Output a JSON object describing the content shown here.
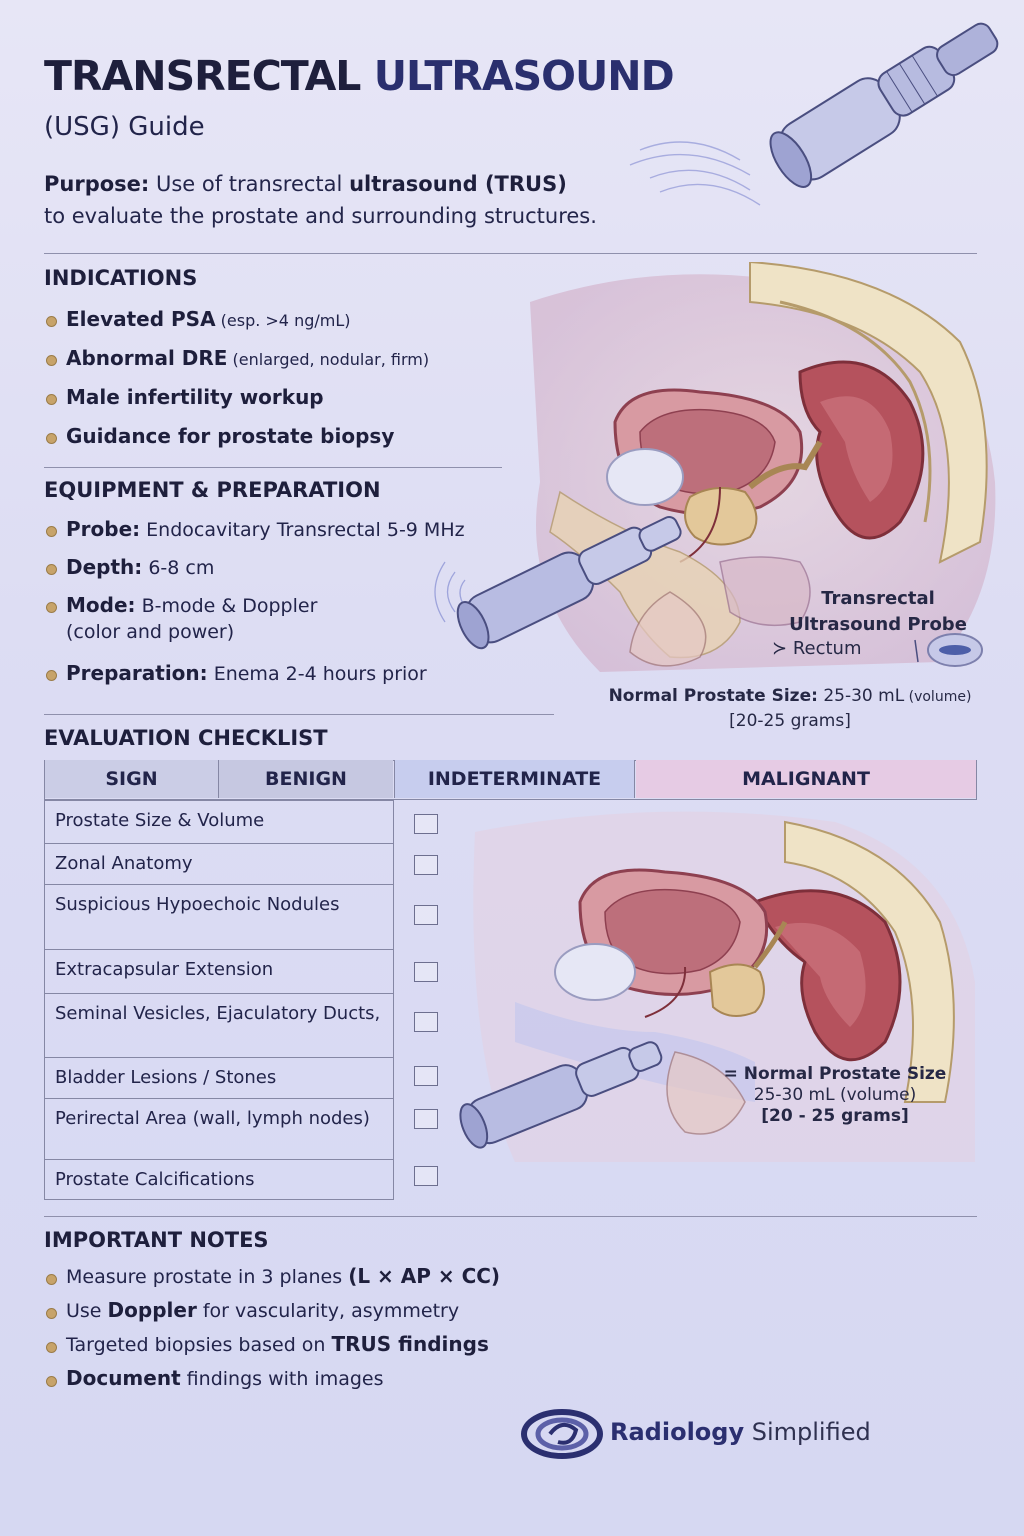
{
  "header": {
    "title_part1": "TRANSRECTAL ",
    "title_part2": "ULTRASOUND",
    "subtitle": "(USG) Guide",
    "purpose_label": "Purpose:",
    "purpose_line1_a": " Use of transrectal ",
    "purpose_line1_b": "ultrasound (TRUS)",
    "purpose_line2": "to evaluate the prostate and surrounding structures."
  },
  "indications": {
    "heading": "INDICATIONS",
    "items": [
      {
        "bold": "Elevated PSA",
        "rest": " (esp. >4 ng/mL)"
      },
      {
        "bold": "Abnormal DRE",
        "rest": " (enlarged, nodular, firm)"
      },
      {
        "bold": "Male infertility workup",
        "rest": ""
      },
      {
        "bold": "Guidance for prostate biopsy",
        "rest": ""
      }
    ]
  },
  "equipment": {
    "heading": "EQUIPMENT & PREPARATION",
    "items": [
      {
        "bold": "Probe:",
        "rest": " Endocavitary Transrectal 5-9 MHz",
        "rest2": ""
      },
      {
        "bold": "Depth:",
        "rest": " 6-8 cm",
        "rest2": ""
      },
      {
        "bold": "Mode:",
        "rest": " B-mode & Doppler",
        "rest2": "(color and power)"
      },
      {
        "bold": "Preparation:",
        "rest": " Enema 2-4 hours prior",
        "rest2": ""
      }
    ]
  },
  "figure1": {
    "probe_label_line1": "Transrectal",
    "probe_label_line2": "Ultrasound Probe",
    "rectum_label": "Rectum",
    "size_label_bold": "Normal Prostate Size:",
    "size_label_value": " 25-30 mL",
    "size_label_unit": " (volume)",
    "size_label_line2": "[20-25 grams]"
  },
  "checklist": {
    "heading": "EVALUATION CHECKLIST",
    "columns": [
      "SIGN",
      "BENIGN",
      "INDETERMINATE",
      "MALIGNANT"
    ],
    "rows": [
      "Prostate Size & Volume",
      "Zonal Anatomy",
      "Suspicious Hypoechoic Nodules",
      "Extracapsular Extension",
      "Seminal Vesicles, Ejaculatory Ducts,",
      "Bladder Lesions / Stones",
      "Perirectal Area (wall, lymph nodes)",
      "Prostate Calcifications"
    ]
  },
  "figure2": {
    "size_line1": "= Normal Prostate Size",
    "size_line2": "25-30 mL (volume)",
    "size_line3": "[20 - 25 grams]"
  },
  "notes": {
    "heading": "IMPORTANT NOTES",
    "items": [
      {
        "a": "Measure prostate in 3 planes ",
        "b": "(L × AP × CC)",
        "c": ""
      },
      {
        "a": "Use ",
        "b": "Doppler",
        "c": " for vascularity, asymmetry"
      },
      {
        "a": "Targeted biopsies based on ",
        "b": "TRUS findings",
        "c": ""
      },
      {
        "a": "",
        "b": "Document",
        "c": " findings with images"
      }
    ]
  },
  "brand": {
    "name_bold": "Radiology",
    "name_rest": " Simplified"
  },
  "colors": {
    "background": "#dcdcf3",
    "accent_navy": "#2a2f6e",
    "bullet_gold": "#c7a36a",
    "indeterminate_header": "#c7cdee",
    "malignant_header": "#e6cbe4"
  }
}
